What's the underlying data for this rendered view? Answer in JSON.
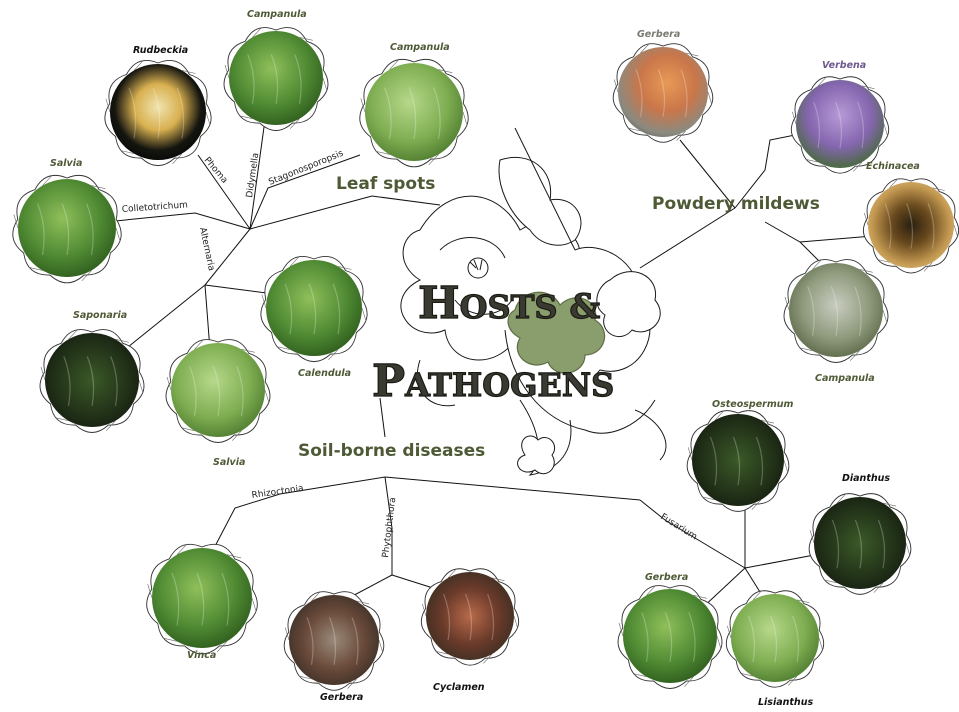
{
  "title": {
    "line1_big": "H",
    "line1_small": "OSTS",
    "line1_amp": "&",
    "line2_big": "P",
    "line2_small": "ATHOGENS"
  },
  "colors": {
    "accent": "#8a9d6c",
    "line": "#111111",
    "label_green": "#4e5a35",
    "label_dark": "#222222"
  },
  "groups": {
    "leaf_spots": "Leaf spots",
    "powdery_mildews": "Powdery mildews",
    "soil_borne": "Soil-borne diseases"
  },
  "pathogens": {
    "phoma": "Phoma",
    "didymella": "Didymella",
    "stagonosporopsis": "Stagonosporopsis",
    "colletotrichum": "Colletotrichum",
    "alternaria": "Alternaria",
    "rhizoctonia": "Rhizoctonia",
    "phytophthora": "Phytophthora",
    "fusarium": "Fusarium"
  },
  "hosts": {
    "rudbeckia": "Rudbeckia",
    "campanula_1": "Campanula",
    "campanula_2": "Campanula",
    "salvia_1": "Salvia",
    "saponaria": "Saponaria",
    "salvia_2": "Salvia",
    "calendula": "Calendula",
    "gerbera_1": "Gerbera",
    "verbena": "Verbena",
    "echinacea": "Echinacea",
    "campanula_3": "Campanula",
    "osteospermum": "Osteospermum",
    "dianthus": "Dianthus",
    "gerbera_2": "Gerbera",
    "lisianthus": "Lisianthus",
    "vinca": "Vinca",
    "gerbera_3": "Gerbera",
    "cyclamen": "Cyclamen"
  }
}
